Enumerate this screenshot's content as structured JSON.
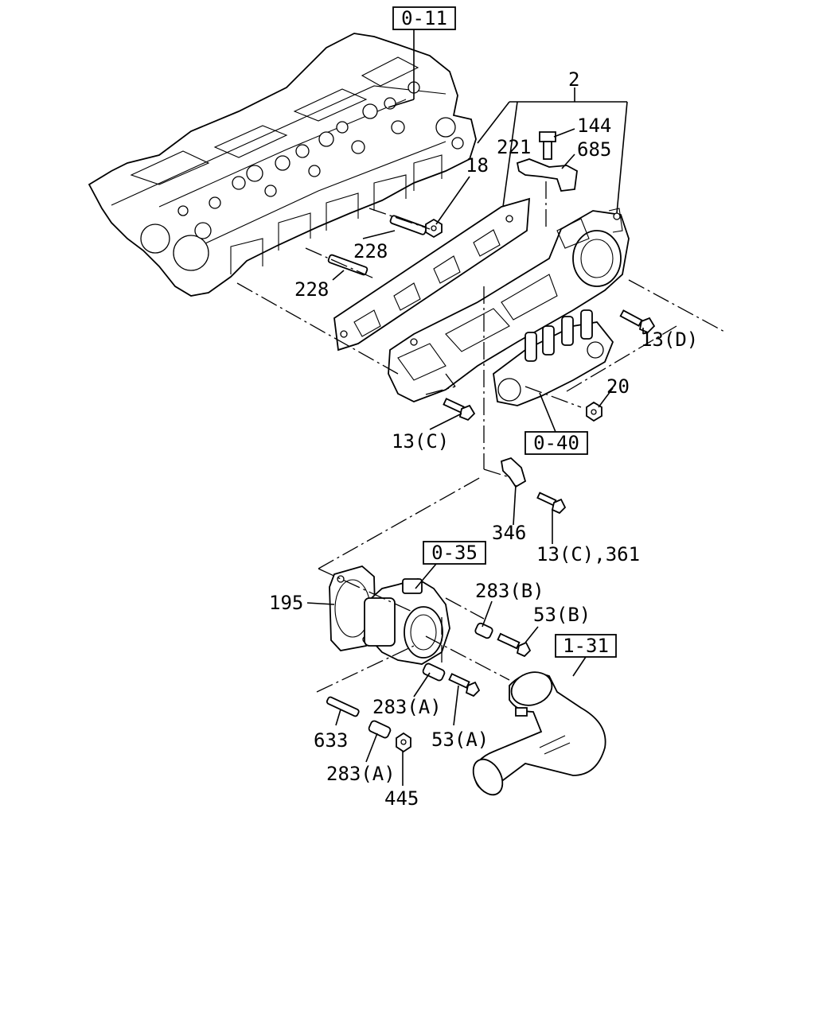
{
  "callouts": {
    "ref_0_11": "0-11",
    "p2": "2",
    "p144": "144",
    "p221": "221",
    "p685": "685",
    "p18": "18",
    "p228a": "228",
    "p228b": "228",
    "p13d": "13(D)",
    "p20": "20",
    "p13c": "13(C)",
    "ref_0_40": "0-40",
    "p346": "346",
    "p13c361": "13(C),361",
    "ref_0_35": "0-35",
    "p283b": "283(B)",
    "p195": "195",
    "p53b": "53(B)",
    "ref_1_31": "1-31",
    "p283a1": "283(A)",
    "p633": "633",
    "p53a": "53(A)",
    "p283a2": "283(A)",
    "p445": "445"
  }
}
